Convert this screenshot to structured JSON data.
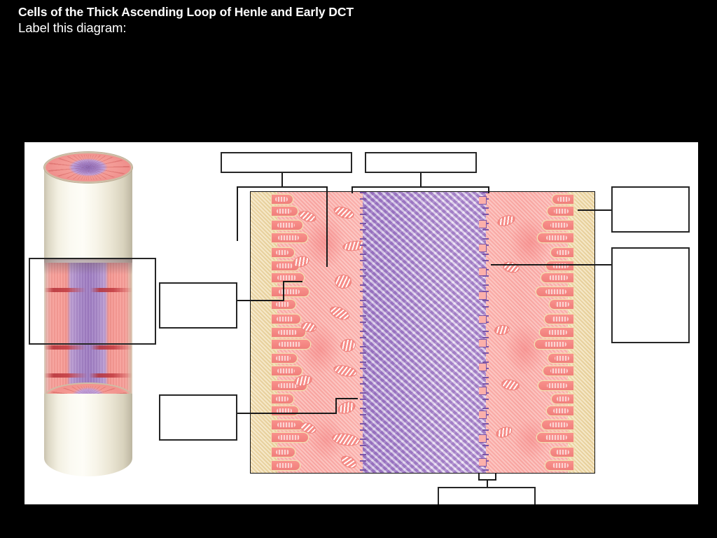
{
  "slide": {
    "title": "Cells of the Thick Ascending Loop of Henle and Early DCT",
    "subtitle": "Label this diagram:",
    "background_color": "#000000",
    "panel_color": "#ffffff",
    "title_color": "#ffffff"
  },
  "diagram": {
    "name": "thick-ascending-limb-cell-cross-section",
    "regions": [
      {
        "id": "basal-left",
        "label": "basal-tan-region-left",
        "color": "#f0dcae"
      },
      {
        "id": "cytoplasm-left",
        "label": "pink-cytoplasm-left",
        "color": "#f9a7a2"
      },
      {
        "id": "lumen",
        "label": "purple-lumen-microvilli",
        "color": "#a888ce"
      },
      {
        "id": "cytoplasm-right",
        "label": "pink-cytoplasm-right",
        "color": "#f9a7a2"
      },
      {
        "id": "basal-right",
        "label": "basal-tan-region-right",
        "color": "#f0dcae"
      }
    ],
    "tubule_3d": {
      "label": "tubule-cylinder-cutaway",
      "outer_color": "#f7f4e8",
      "cytoplasm_color": "#f79a94",
      "lumen_color": "#9c79c0"
    }
  },
  "label_boxes": [
    {
      "id": "box-top-left",
      "name": "label-box-top-left",
      "value": "",
      "placeholder": ""
    },
    {
      "id": "box-top-right",
      "name": "label-box-top-right",
      "value": "",
      "placeholder": ""
    },
    {
      "id": "box-right-upper",
      "name": "label-box-right-upper",
      "value": "",
      "placeholder": ""
    },
    {
      "id": "box-right-lower",
      "name": "label-box-right-lower",
      "value": "",
      "placeholder": ""
    },
    {
      "id": "box-left-middle",
      "name": "label-box-left-middle",
      "value": "",
      "placeholder": ""
    },
    {
      "id": "box-left-lower",
      "name": "label-box-left-lower",
      "value": "",
      "placeholder": ""
    },
    {
      "id": "box-bottom",
      "name": "label-box-bottom",
      "value": "",
      "placeholder": ""
    }
  ]
}
